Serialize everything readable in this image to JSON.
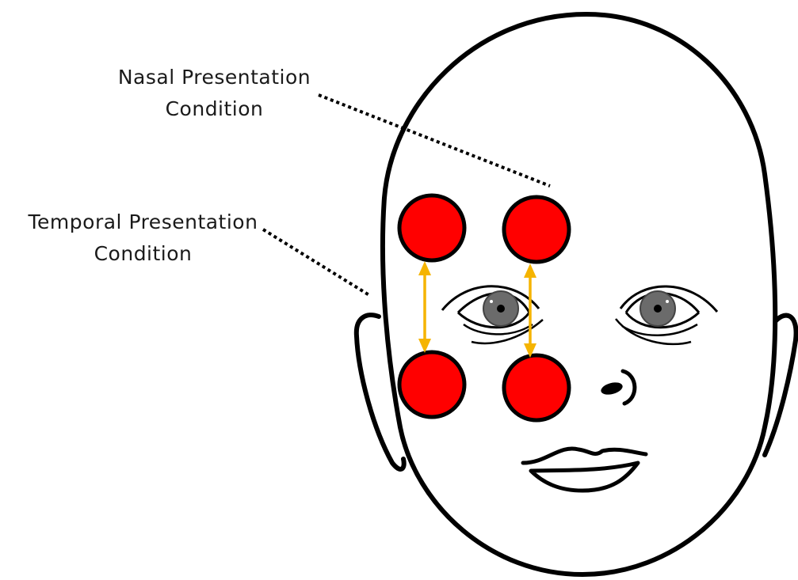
{
  "labels": {
    "nasal": [
      "Nasal Presentation",
      "Condition"
    ],
    "temporal": [
      "Temporal Presentation",
      "Condition"
    ]
  },
  "colors": {
    "stimulus": "#ff0000",
    "arrow": "#f5b400",
    "outline": "#000000",
    "iris": "#6b6b6b"
  }
}
